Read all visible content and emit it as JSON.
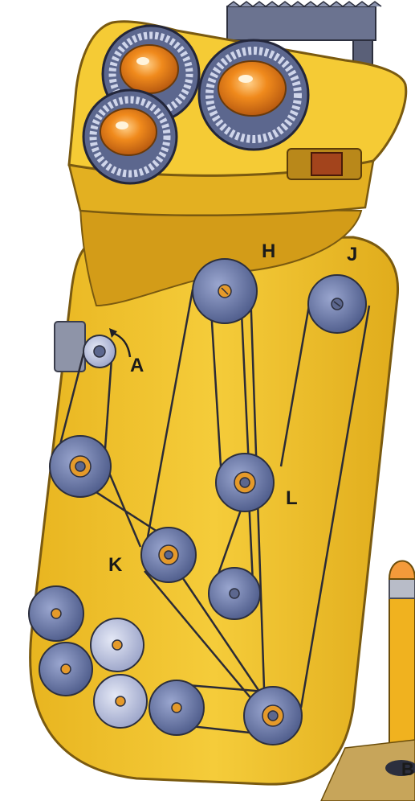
{
  "labels": {
    "A": "A",
    "H": "H",
    "J": "J",
    "K": "K",
    "L": "L",
    "B": "B"
  },
  "colors": {
    "body_yellow": "#f2c42a",
    "body_shadow": "#d9a516",
    "head_yellow": "#f5cb35",
    "pulley_blue": "#6f7fae",
    "pulley_light": "#b6bedf",
    "belt": "#2b2b36",
    "cutter_orange": "#f08a1c",
    "switch_brown": "#a3441c"
  },
  "icons": {
    "cutter_heads": "cutter-head-icon",
    "pulleys": "pulley-icon",
    "switch": "slide-switch-icon",
    "trimmer": "trimmer-blade-icon",
    "rotation_arrow": "rotation-arrow-icon",
    "pencil": "pencil-icon"
  }
}
